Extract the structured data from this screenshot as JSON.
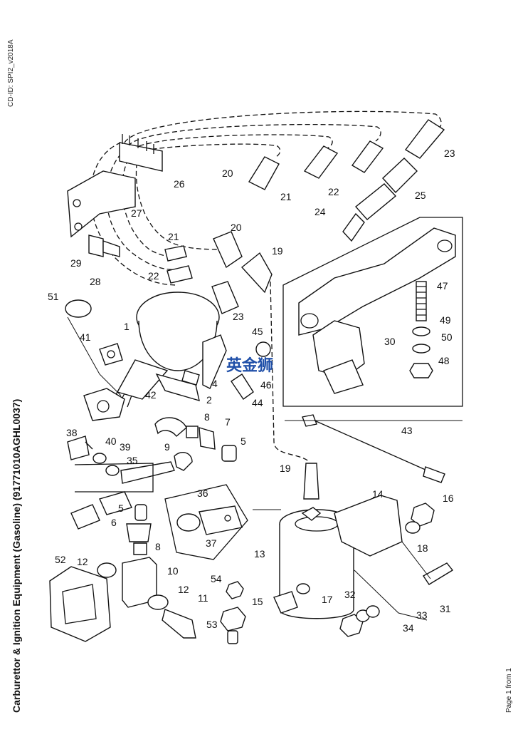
{
  "document": {
    "cd_id": "CD-ID: SPI2_v2018A",
    "title": "Carburettor & Ignition Equipment (Gasoline) (91771010AGHL0037)",
    "page": "Page 1 from 1",
    "watermark": "英金狮"
  },
  "callouts": [
    {
      "id": "c1",
      "label": "1"
    },
    {
      "id": "c2",
      "label": "2"
    },
    {
      "id": "c4",
      "label": "4"
    },
    {
      "id": "c5a",
      "label": "5"
    },
    {
      "id": "c5b",
      "label": "5"
    },
    {
      "id": "c6",
      "label": "6"
    },
    {
      "id": "c7",
      "label": "7"
    },
    {
      "id": "c8a",
      "label": "8"
    },
    {
      "id": "c8b",
      "label": "8"
    },
    {
      "id": "c9",
      "label": "9"
    },
    {
      "id": "c10",
      "label": "10"
    },
    {
      "id": "c11",
      "label": "11"
    },
    {
      "id": "c12a",
      "label": "12"
    },
    {
      "id": "c12b",
      "label": "12"
    },
    {
      "id": "c13",
      "label": "13"
    },
    {
      "id": "c14",
      "label": "14"
    },
    {
      "id": "c15",
      "label": "15"
    },
    {
      "id": "c16",
      "label": "16"
    },
    {
      "id": "c17",
      "label": "17"
    },
    {
      "id": "c18",
      "label": "18"
    },
    {
      "id": "c19a",
      "label": "19"
    },
    {
      "id": "c19b",
      "label": "19"
    },
    {
      "id": "c20a",
      "label": "20"
    },
    {
      "id": "c20b",
      "label": "20"
    },
    {
      "id": "c21a",
      "label": "21"
    },
    {
      "id": "c21b",
      "label": "21"
    },
    {
      "id": "c22a",
      "label": "22"
    },
    {
      "id": "c22b",
      "label": "22"
    },
    {
      "id": "c23a",
      "label": "23"
    },
    {
      "id": "c23b",
      "label": "23"
    },
    {
      "id": "c24",
      "label": "24"
    },
    {
      "id": "c25",
      "label": "25"
    },
    {
      "id": "c26",
      "label": "26"
    },
    {
      "id": "c27",
      "label": "27"
    },
    {
      "id": "c28",
      "label": "28"
    },
    {
      "id": "c29",
      "label": "29"
    },
    {
      "id": "c30",
      "label": "30"
    },
    {
      "id": "c31",
      "label": "31"
    },
    {
      "id": "c32",
      "label": "32"
    },
    {
      "id": "c33",
      "label": "33"
    },
    {
      "id": "c34",
      "label": "34"
    },
    {
      "id": "c35",
      "label": "35"
    },
    {
      "id": "c36",
      "label": "36"
    },
    {
      "id": "c37",
      "label": "37"
    },
    {
      "id": "c38",
      "label": "38"
    },
    {
      "id": "c39",
      "label": "39"
    },
    {
      "id": "c40",
      "label": "40"
    },
    {
      "id": "c41",
      "label": "41"
    },
    {
      "id": "c42",
      "label": "42"
    },
    {
      "id": "c43",
      "label": "43"
    },
    {
      "id": "c44",
      "label": "44"
    },
    {
      "id": "c45",
      "label": "45"
    },
    {
      "id": "c46",
      "label": "46"
    },
    {
      "id": "c47",
      "label": "47"
    },
    {
      "id": "c48",
      "label": "48"
    },
    {
      "id": "c49",
      "label": "49"
    },
    {
      "id": "c50",
      "label": "50"
    },
    {
      "id": "c51",
      "label": "51"
    },
    {
      "id": "c52",
      "label": "52"
    },
    {
      "id": "c53",
      "label": "53"
    },
    {
      "id": "c54",
      "label": "54"
    }
  ]
}
